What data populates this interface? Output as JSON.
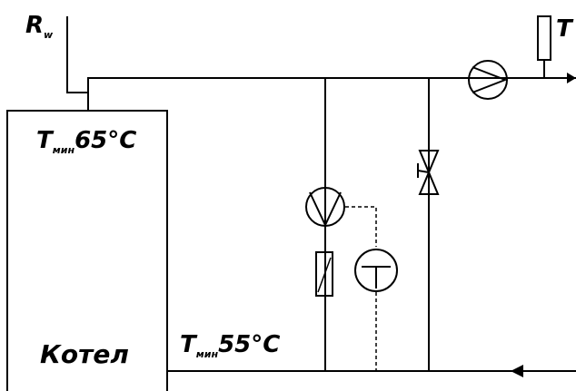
{
  "labels": {
    "rw_main": "R",
    "rw_sub": "w",
    "t_right": "T",
    "boiler_tmin_main": "T",
    "boiler_tmin_sub": "мин",
    "boiler_tmin_value": "65°C",
    "return_tmin_main": "T",
    "return_tmin_sub": "мин",
    "return_tmin_value": "55°C",
    "boiler_name": "Котел"
  }
}
